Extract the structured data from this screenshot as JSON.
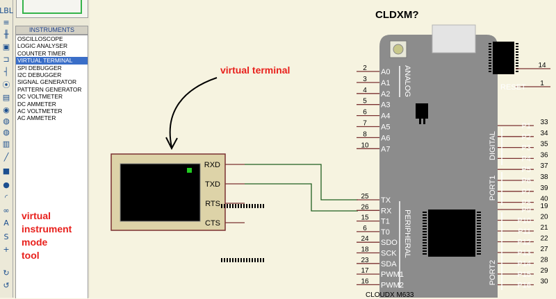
{
  "instruments_panel": {
    "title": "INSTRUMENTS",
    "items": [
      {
        "label": "OSCILLOSCOPE",
        "selected": false
      },
      {
        "label": "LOGIC ANALYSER",
        "selected": false
      },
      {
        "label": "COUNTER TIMER",
        "selected": false
      },
      {
        "label": "VIRTUAL TERMINAL",
        "selected": true
      },
      {
        "label": "SPI DEBUGGER",
        "selected": false
      },
      {
        "label": "I2C DEBUGGER",
        "selected": false
      },
      {
        "label": "SIGNAL GENERATOR",
        "selected": false
      },
      {
        "label": "PATTERN GENERATOR",
        "selected": false
      },
      {
        "label": "DC VOLTMETER",
        "selected": false
      },
      {
        "label": "DC AMMETER",
        "selected": false
      },
      {
        "label": "AC VOLTMETER",
        "selected": false
      },
      {
        "label": "AC AMMETER",
        "selected": false
      }
    ]
  },
  "toolbar": {
    "icons": [
      "label-tool-icon",
      "script-tool-icon",
      "bus-tool-icon",
      "subcircuit-tool-icon",
      "terminal-tool-icon",
      "pin-tool-icon",
      "graph-tool-icon",
      "tape-tool-icon",
      "generator-tool-icon",
      "probe-tool-icon",
      "voltage-probe-icon",
      "virtual-instrument-icon",
      "line-tool-icon",
      "box-tool-icon",
      "circle-tool-icon",
      "arc-tool-icon",
      "path-tool-icon",
      "text-tool-icon",
      "symbol-tool-icon",
      "marker-tool-icon",
      "rotate-cw-icon",
      "rotate-ccw-icon"
    ],
    "text_icons": {
      "label": "LBL",
      "text": "A",
      "symbol": "S"
    }
  },
  "annotations": {
    "virtual_terminal": "virtual terminal",
    "tool_note": [
      "virtual",
      "instrument",
      "mode",
      "tool"
    ]
  },
  "virtual_terminal": {
    "pins": [
      "RXD",
      "TXD",
      "RTS",
      "CTS"
    ],
    "indicator_color": "#22cc22"
  },
  "board": {
    "title": "CLDXM?",
    "bottom_label": "CLOUDX M633",
    "body_color": "#8c8c8c",
    "reset_label": "RESET",
    "reset_pins": [
      {
        "label": "",
        "num": "14"
      },
      {
        "label": "RESET",
        "num": "1"
      }
    ],
    "analog_label": "ANALOG",
    "analog_pins": [
      {
        "label": "A0",
        "num": "2"
      },
      {
        "label": "A1",
        "num": "3"
      },
      {
        "label": "A2",
        "num": "4"
      },
      {
        "label": "A3",
        "num": "5"
      },
      {
        "label": "A4",
        "num": "6"
      },
      {
        "label": "A5",
        "num": "7"
      },
      {
        "label": "A6",
        "num": "8"
      },
      {
        "label": "A7",
        "num": "10"
      }
    ],
    "peripheral_label": "PERIPHERAL",
    "peripheral_pins": [
      {
        "label": "TX",
        "num": "25"
      },
      {
        "label": "RX",
        "num": "26"
      },
      {
        "label": "T1",
        "num": "15"
      },
      {
        "label": "T0",
        "num": "6"
      },
      {
        "label": "SDO",
        "num": "24"
      },
      {
        "label": "SCK",
        "num": "18"
      },
      {
        "label": "SDA",
        "num": "23"
      },
      {
        "label": "PWM1",
        "num": "17"
      },
      {
        "label": "PWM2",
        "num": "16"
      }
    ],
    "digital_label": "DIGITAL",
    "port1_label": "PORT1",
    "port1_pins": [
      {
        "label": "P1",
        "num": "33"
      },
      {
        "label": "P2",
        "num": "34"
      },
      {
        "label": "P3",
        "num": "35"
      },
      {
        "label": "P4",
        "num": "36"
      },
      {
        "label": "P5",
        "num": "37"
      },
      {
        "label": "P6",
        "num": "38"
      },
      {
        "label": "P7",
        "num": "39"
      },
      {
        "label": "P8",
        "num": "40"
      }
    ],
    "port2_label": "PORT2",
    "port2_pins": [
      {
        "label": "P9",
        "num": "19"
      },
      {
        "label": "P10",
        "num": "20"
      },
      {
        "label": "P11",
        "num": "21"
      },
      {
        "label": "P12",
        "num": "22"
      },
      {
        "label": "P13",
        "num": "27"
      },
      {
        "label": "P14",
        "num": "28"
      },
      {
        "label": "P15",
        "num": "29"
      },
      {
        "label": "P16",
        "num": "30"
      }
    ]
  },
  "wire_color": "#1f5f1f",
  "annotation_color": "#e8201c"
}
